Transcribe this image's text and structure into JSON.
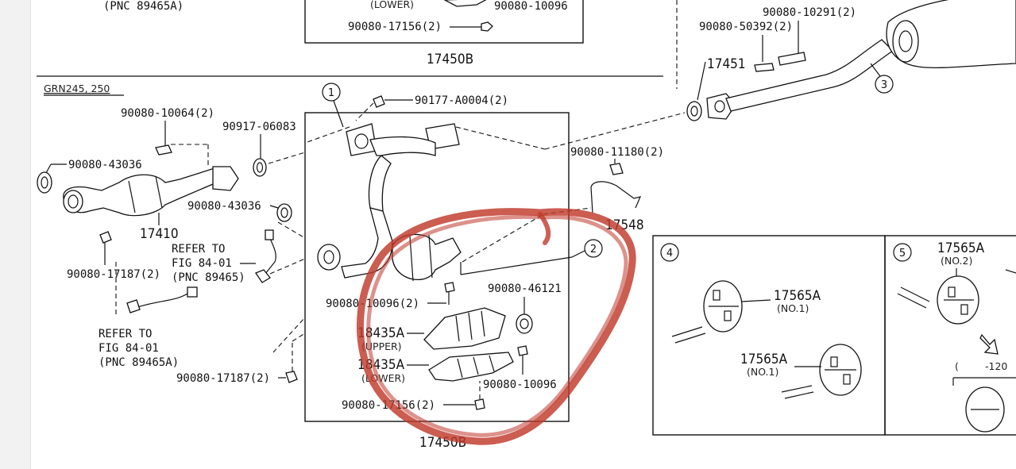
{
  "colors": {
    "annotation": "#c0392b",
    "ink": "#111111",
    "background": "#ffffff"
  },
  "labels": {
    "top_pnc": "(PNC 89465A)",
    "top_lower": "(LOWER)",
    "top_nut": "90080-10096",
    "top_bolt": "90080-17156(2)",
    "top_box": "17450B",
    "grn": "GRN245, 250",
    "p10064": "90080-10064(2)",
    "p43036_a": "90080-43036",
    "p06083": "90917-06083",
    "p43036_b": "90080-43036",
    "p17410": "17410",
    "p17187_a": "90080-17187(2)",
    "refer1_a": "REFER TO",
    "refer1_b": "FIG 84-01",
    "refer1_c": "(PNC 89465)",
    "refer2_a": "REFER TO",
    "refer2_b": "FIG 84-01",
    "refer2_c": "(PNC 89465A)",
    "p17187_b": "90080-17187(2)",
    "pA0004": "90177-A0004(2)",
    "p11180": "90080-11180(2)",
    "p17548": "17548",
    "p46121": "90080-46121",
    "p10096_left": "90080-10096(2)",
    "p18435_up": "18435A",
    "upper": "(UPPER)",
    "p18435_lo": "18435A",
    "lower": "(LOWER)",
    "p10096_right": "90080-10096",
    "p17156_bottom": "90080-17156(2)",
    "p17450b": "17450B",
    "p10291": "90080-10291(2)",
    "p50392": "90080-50392(2)",
    "p17451": "17451",
    "callouts": [
      "1",
      "2",
      "3",
      "4",
      "5"
    ],
    "p17565_1": "17565A",
    "no1_a": "(NO.1)",
    "p17565_2": "17565A",
    "no1_b": "(NO.1)",
    "p17565_3": "17565A",
    "no2": "(NO.2)",
    "p120_partial": "-120",
    "paren_partial": "("
  }
}
